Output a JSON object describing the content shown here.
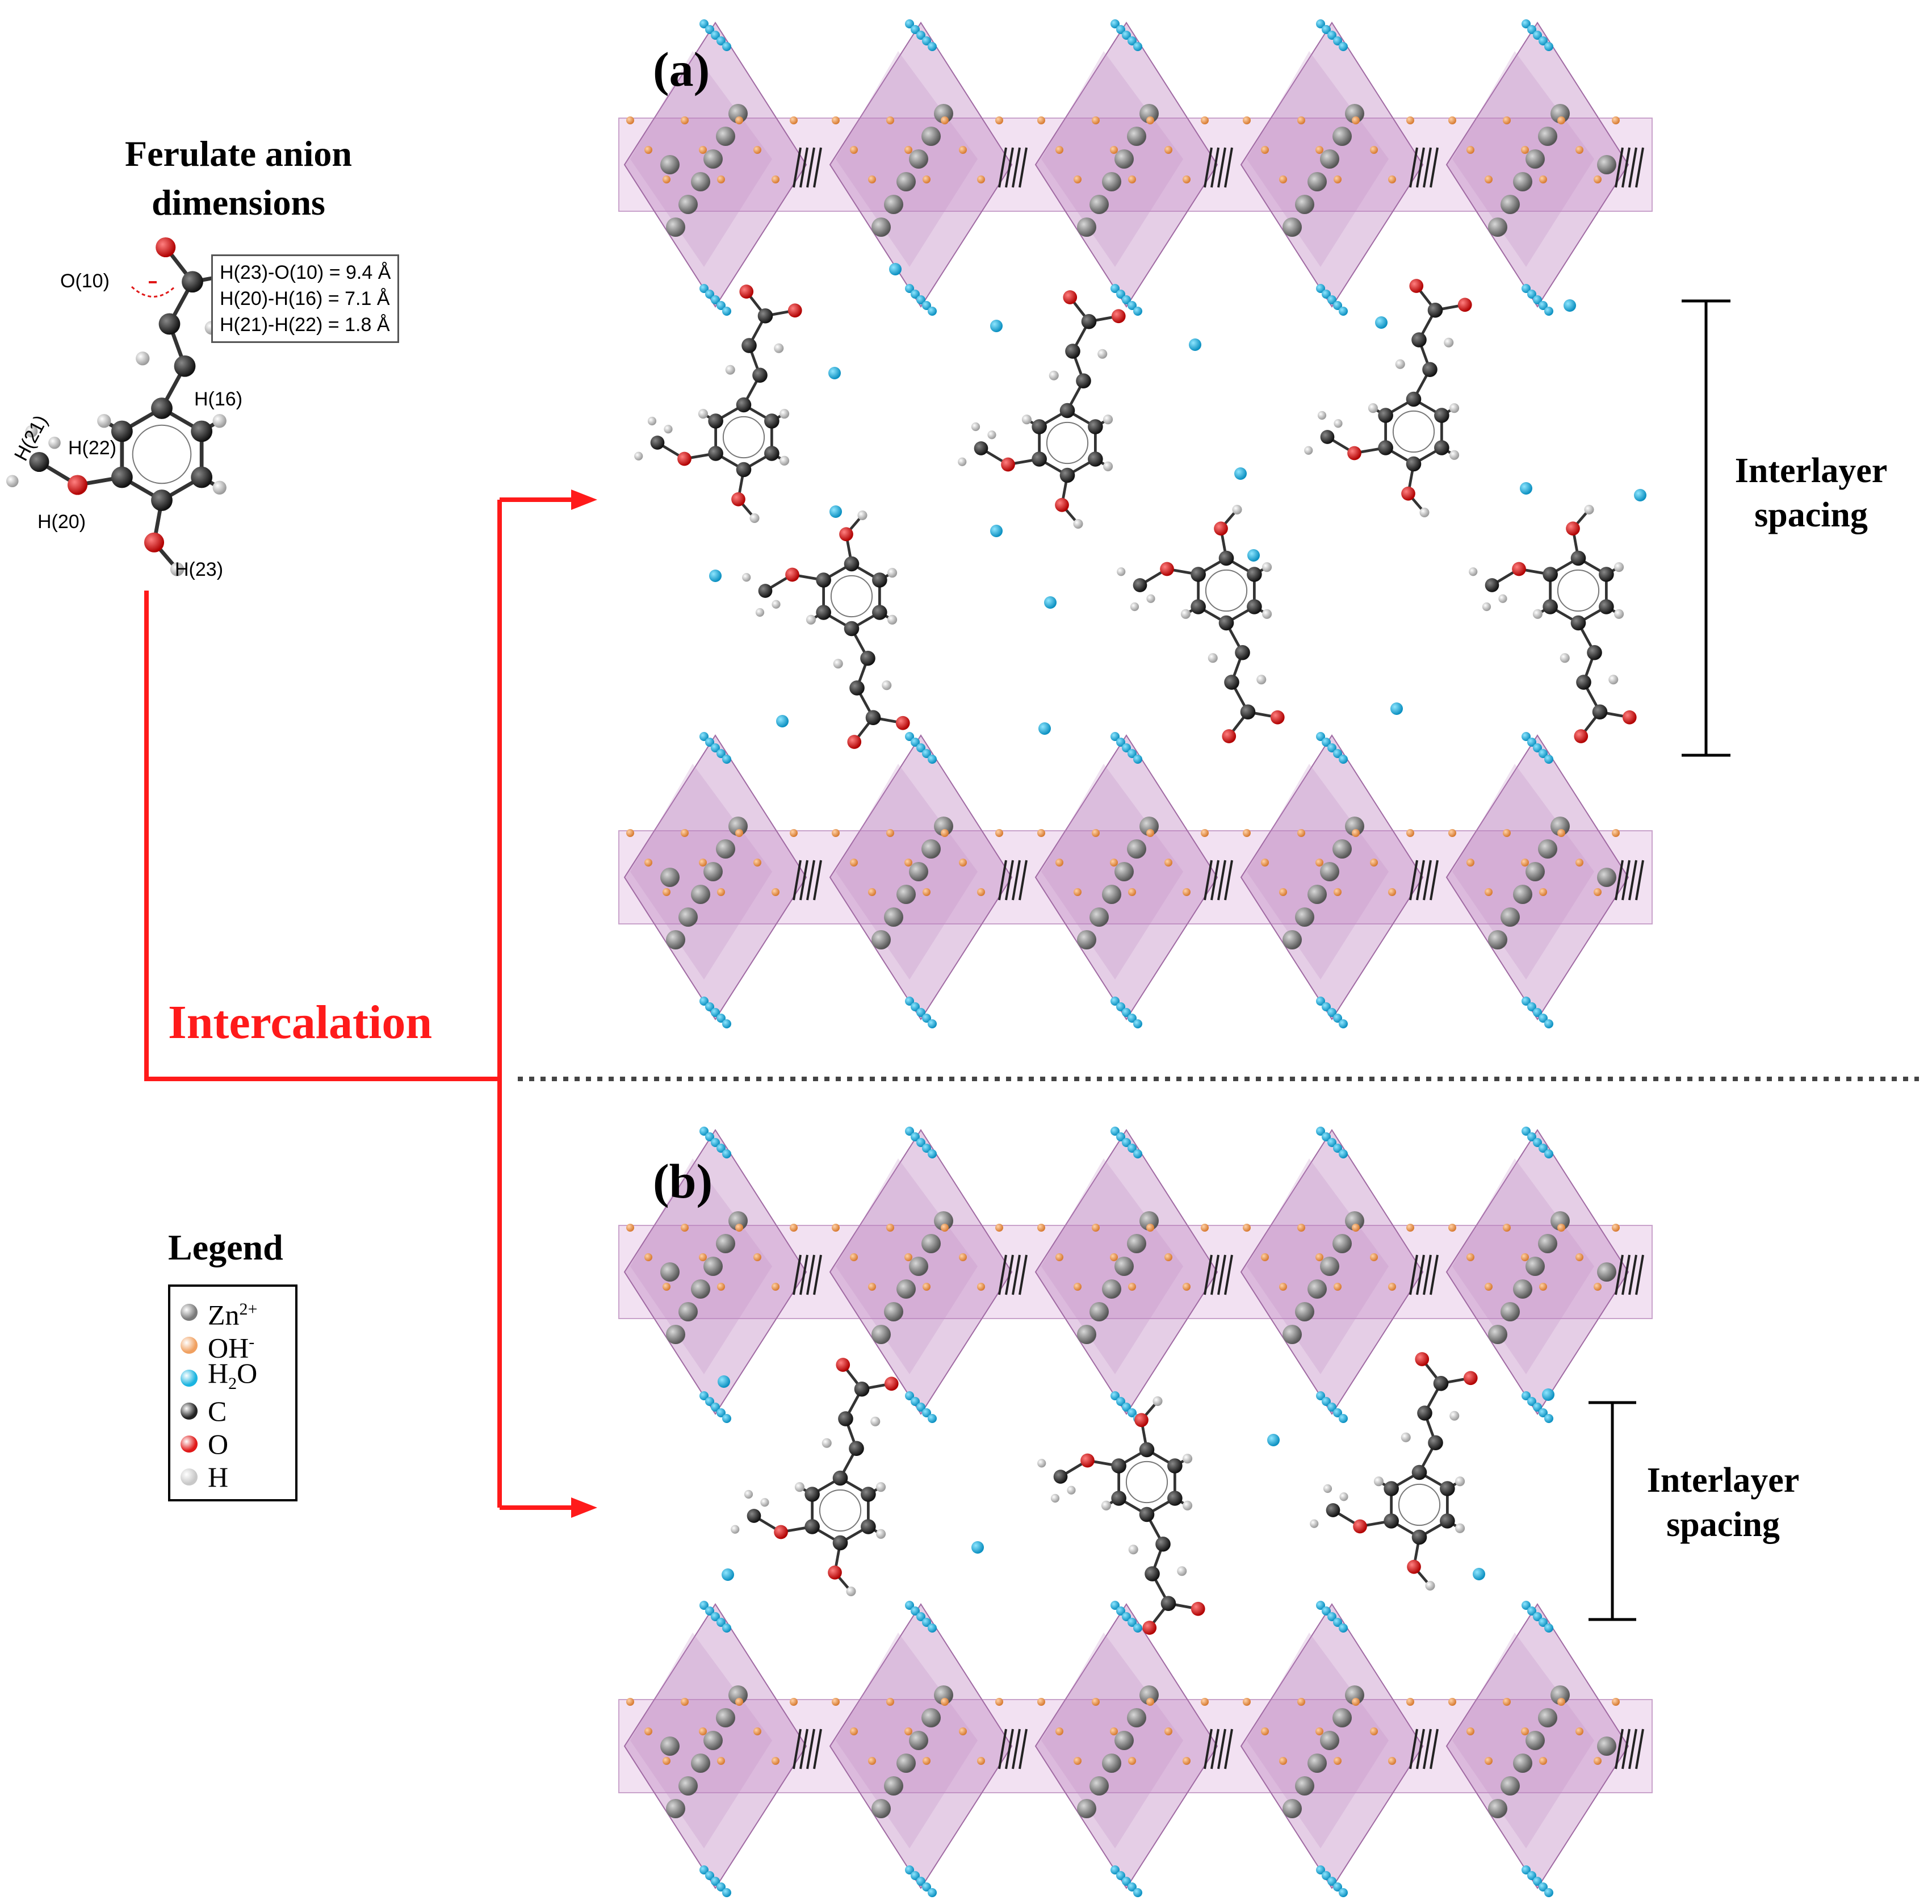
{
  "ferulate": {
    "title_line1": "Ferulate anion",
    "title_line2": "dimensions",
    "distances": [
      "H(23)-O(10) = 9.4 Å",
      "H(20)-H(16) = 7.1 Å",
      "H(21)-H(22) = 1.8 Å"
    ],
    "labels": {
      "o10": "O(10)",
      "h16": "H(16)",
      "h22": "H(22)",
      "h21": "H(21)",
      "h20": "H(20)",
      "h23": "H(23)"
    }
  },
  "panels": {
    "a": "(a)",
    "b": "(b)"
  },
  "spacing": {
    "line1": "Interlayer",
    "line2": "spacing"
  },
  "intercalation": "Intercalation",
  "legend": {
    "title": "Legend",
    "items": [
      {
        "base": "Zn",
        "sup": "2+",
        "sub": "",
        "tail": "",
        "color": "#7a7a7a"
      },
      {
        "base": "OH",
        "sup": "-",
        "sub": "",
        "tail": "",
        "color": "#f0a060"
      },
      {
        "base": "H",
        "sup": "",
        "sub": "2",
        "tail": "O",
        "color": "#1bb4e0"
      },
      {
        "base": "C",
        "sup": "",
        "sub": "",
        "tail": "",
        "color": "#222222"
      },
      {
        "base": "O",
        "sup": "",
        "sub": "",
        "tail": "",
        "color": "#e01818"
      },
      {
        "base": "H",
        "sup": "",
        "sub": "",
        "tail": "",
        "color": "#c8c8c8"
      }
    ]
  },
  "colors": {
    "arrow": "#ff1a1a",
    "layer": "#c78fc9",
    "zn": "#7a7a7a",
    "oh": "#f0a060",
    "water": "#1bb4e0",
    "carbon": "#222222",
    "oxygen": "#e01818",
    "hydrogen": "#d0d0d0"
  }
}
